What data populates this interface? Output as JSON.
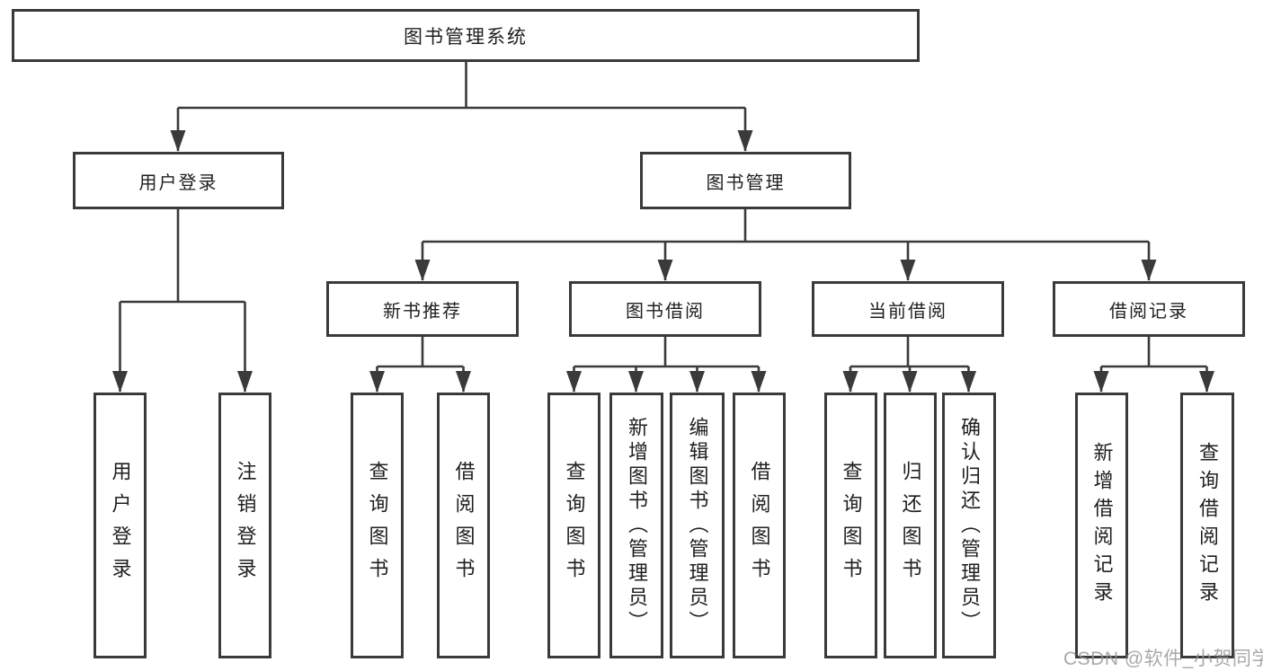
{
  "diagram": {
    "root": {
      "label": "图书管理系统"
    },
    "level2": [
      {
        "id": "user-login",
        "label": "用户登录"
      },
      {
        "id": "book-management",
        "label": "图书管理"
      }
    ],
    "level3": [
      {
        "id": "new-book-recommendation",
        "parent": "图书管理",
        "label": "新书推荐"
      },
      {
        "id": "book-borrowing",
        "parent": "图书管理",
        "label": "图书借阅"
      },
      {
        "id": "current-borrowing",
        "parent": "图书管理",
        "label": "当前借阅"
      },
      {
        "id": "borrowing-records",
        "parent": "图书管理",
        "label": "借阅记录"
      }
    ],
    "leaves": [
      {
        "parent": "用户登录",
        "label": "用户登录"
      },
      {
        "parent": "用户登录",
        "label": "注销登录"
      },
      {
        "parent": "新书推荐",
        "label": "查询图书"
      },
      {
        "parent": "新书推荐",
        "label": "借阅图书"
      },
      {
        "parent": "图书借阅",
        "label": "查询图书"
      },
      {
        "parent": "图书借阅",
        "label": "新增图书（管理员）"
      },
      {
        "parent": "图书借阅",
        "label": "编辑图书（管理员）"
      },
      {
        "parent": "图书借阅",
        "label": "借阅图书"
      },
      {
        "parent": "当前借阅",
        "label": "查询图书"
      },
      {
        "parent": "当前借阅",
        "label": "归还图书"
      },
      {
        "parent": "当前借阅",
        "label": "确认归还（管理员）"
      },
      {
        "parent": "借阅记录",
        "label": "新增借阅记录"
      },
      {
        "parent": "借阅记录",
        "label": "查询借阅记录"
      }
    ],
    "watermark": {
      "text": "CSDN @软件_小贺同学"
    },
    "colors": {
      "line": "#3a3a3a",
      "box_border": "#3a3a3a",
      "box_fill": "#ffffff",
      "text": "#1f1f1f",
      "background": "#ffffff",
      "watermark": "#969696"
    }
  }
}
